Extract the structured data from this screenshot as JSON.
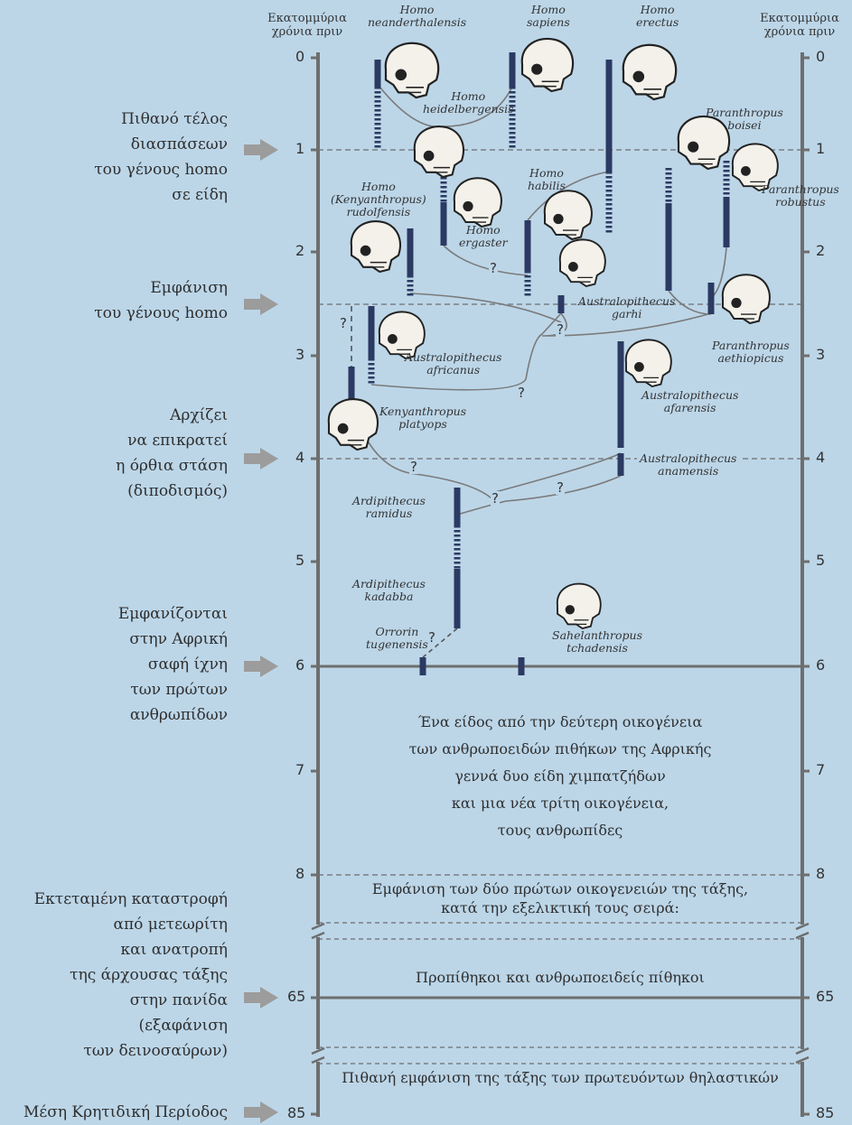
{
  "header": {
    "left": "Εκατομμύρια\nχρόνια πριν",
    "right": "Εκατομμύρια\nχρόνια πριν"
  },
  "axis_ticks": [
    "0",
    "1",
    "2",
    "3",
    "4",
    "5",
    "6",
    "7",
    "8",
    "65",
    "85"
  ],
  "events": [
    {
      "id": "homo-split",
      "text": "Πιθανό τέλος\nδιασπάσεων\nτου γένους homo\nσε είδη"
    },
    {
      "id": "homo-origin",
      "text": "Εμφάνιση\nτου γένους homo"
    },
    {
      "id": "bipedalism",
      "text": "Αρχίζει\nνα επικρατεί\nη όρθια στάση\n(διποδισμός)"
    },
    {
      "id": "first-hominids",
      "text": "Εμφανίζονται\nστην Αφρική\nσαφή ίχνη\nτων πρώτων\nανθρωπίδων"
    },
    {
      "id": "meteorite",
      "text": "Εκτεταμένη καταστροφή\nαπό μετεωρίτη\nκαι ανατροπή\nτης άρχουσας τάξης\nστην πανίδα\n(εξαφάνιση\nτων δεινοσαύρων)"
    },
    {
      "id": "cretaceous",
      "text": "Μέση Κρητιδική Περίοδος"
    }
  ],
  "species": {
    "neanderthalensis": "Homo\nneanderthalensis",
    "sapiens": "Homo\nsapiens",
    "erectus": "Homo\nerectus",
    "heidelbergensis": "Homo\nheidelbergensis",
    "boisei": "Paranthropus\nboisei",
    "robustus": "Paranthropus\nrobustus",
    "habilis": "Homo\nhabilis",
    "rudolfensis": "Homo\n(Kenyanthropus)\nrudolfensis",
    "ergaster": "Homo\nergaster",
    "garhi": "Australopithecus\ngarhi",
    "aethiopicus": "Paranthropus\naethiopicus",
    "africanus": "Australopithecus\nafricanus",
    "afarensis": "Australopithecus\nafarensis",
    "platyops": "Kenyanthropus\nplatyops",
    "anamensis": "Australopithecus\nanamensis",
    "ramidus": "Ardipithecus\nramidus",
    "kadabba": "Ardipithecus\nkadabba",
    "tugenensis": "Orrorin\ntugenensis",
    "tchadensis": "Sahelanthropus\ntchadensis"
  },
  "question_mark": "?",
  "boxes": {
    "hominids_origin": "Ένα είδος από την δεύτερη οικογένεια\nτων ανθρωποειδών πιθήκων της Αφρικής\nγεννά δυο είδη χιμπατζήδων\nκαι μια νέα τρίτη οικογένεια,\nτους ανθρωπίδες",
    "families": "Εμφάνιση των δύο πρώτων οικογενειών της τάξης,\nκατά την εξελικτική τους σειρά:",
    "prosimians": "Προπίθηκοι και ανθρωποειδείς πίθηκοι",
    "primates_origin": "Πιθανή εμφάνιση της τάξης των πρωτευόντων θηλαστικών"
  },
  "colors": {
    "background": "#bcd6e8",
    "axis": "#6e6e6e",
    "bar": "#2b3a62",
    "arrow": "#9c9c9c",
    "dash": "#6e6e6e"
  }
}
